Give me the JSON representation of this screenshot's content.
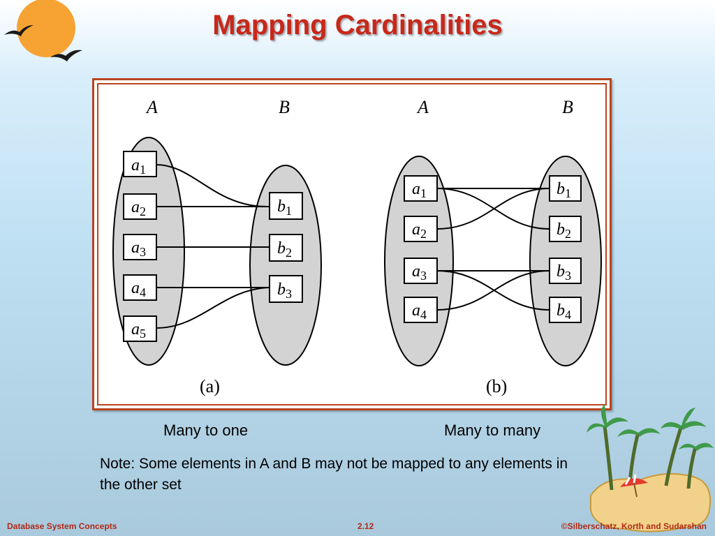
{
  "slide": {
    "title": "Mapping Cardinalities"
  },
  "diagram_a": {
    "set_a_label": "A",
    "set_b_label": "B",
    "a_elements": [
      {
        "base": "a",
        "sub": "1"
      },
      {
        "base": "a",
        "sub": "2"
      },
      {
        "base": "a",
        "sub": "3"
      },
      {
        "base": "a",
        "sub": "4"
      },
      {
        "base": "a",
        "sub": "5"
      }
    ],
    "b_elements": [
      {
        "base": "b",
        "sub": "1"
      },
      {
        "base": "b",
        "sub": "2"
      },
      {
        "base": "b",
        "sub": "3"
      }
    ],
    "mappings": [
      [
        1,
        1
      ],
      [
        2,
        1
      ],
      [
        3,
        2
      ],
      [
        4,
        3
      ],
      [
        5,
        3
      ]
    ],
    "label": "(a)"
  },
  "diagram_b": {
    "set_a_label": "A",
    "set_b_label": "B",
    "a_elements": [
      {
        "base": "a",
        "sub": "1"
      },
      {
        "base": "a",
        "sub": "2"
      },
      {
        "base": "a",
        "sub": "3"
      },
      {
        "base": "a",
        "sub": "4"
      }
    ],
    "b_elements": [
      {
        "base": "b",
        "sub": "1"
      },
      {
        "base": "b",
        "sub": "2"
      },
      {
        "base": "b",
        "sub": "3"
      },
      {
        "base": "b",
        "sub": "4"
      }
    ],
    "mappings": [
      [
        1,
        1
      ],
      [
        1,
        2
      ],
      [
        2,
        1
      ],
      [
        3,
        3
      ],
      [
        3,
        4
      ],
      [
        4,
        3
      ]
    ],
    "label": "(b)"
  },
  "captions": {
    "left": "Many to one",
    "right": "Many to many"
  },
  "note": "Note: Some elements in A and B may not be mapped to any elements in the other set",
  "footer": {
    "left": "Database System Concepts",
    "center": "2.12",
    "right": "©Silberschatz, Korth and Sudarshan"
  },
  "colors": {
    "title": "#c8281a",
    "frame": "#b8441e",
    "ellipse": "#d3d3d3",
    "footer": "#b02a18",
    "sun": "#f6a334"
  }
}
